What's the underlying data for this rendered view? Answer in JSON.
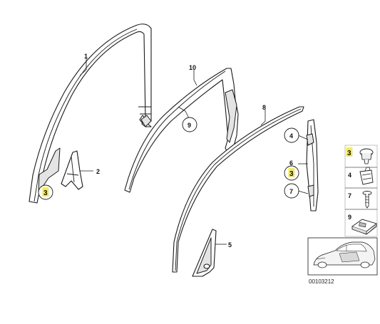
{
  "colors": {
    "highlight": "#f3ea66",
    "stroke": "#1a1a1a",
    "background": "#ffffff"
  },
  "callouts": {
    "c1": "1",
    "c2": "2",
    "c3a": "3",
    "c3b": "3",
    "c4": "4",
    "c5": "5",
    "c6": "6",
    "c7": "7",
    "c8": "8",
    "c9": "9",
    "c10": "10"
  },
  "legend": {
    "items": [
      "3",
      "4",
      "7",
      "9"
    ]
  },
  "doc_number": "00103212"
}
